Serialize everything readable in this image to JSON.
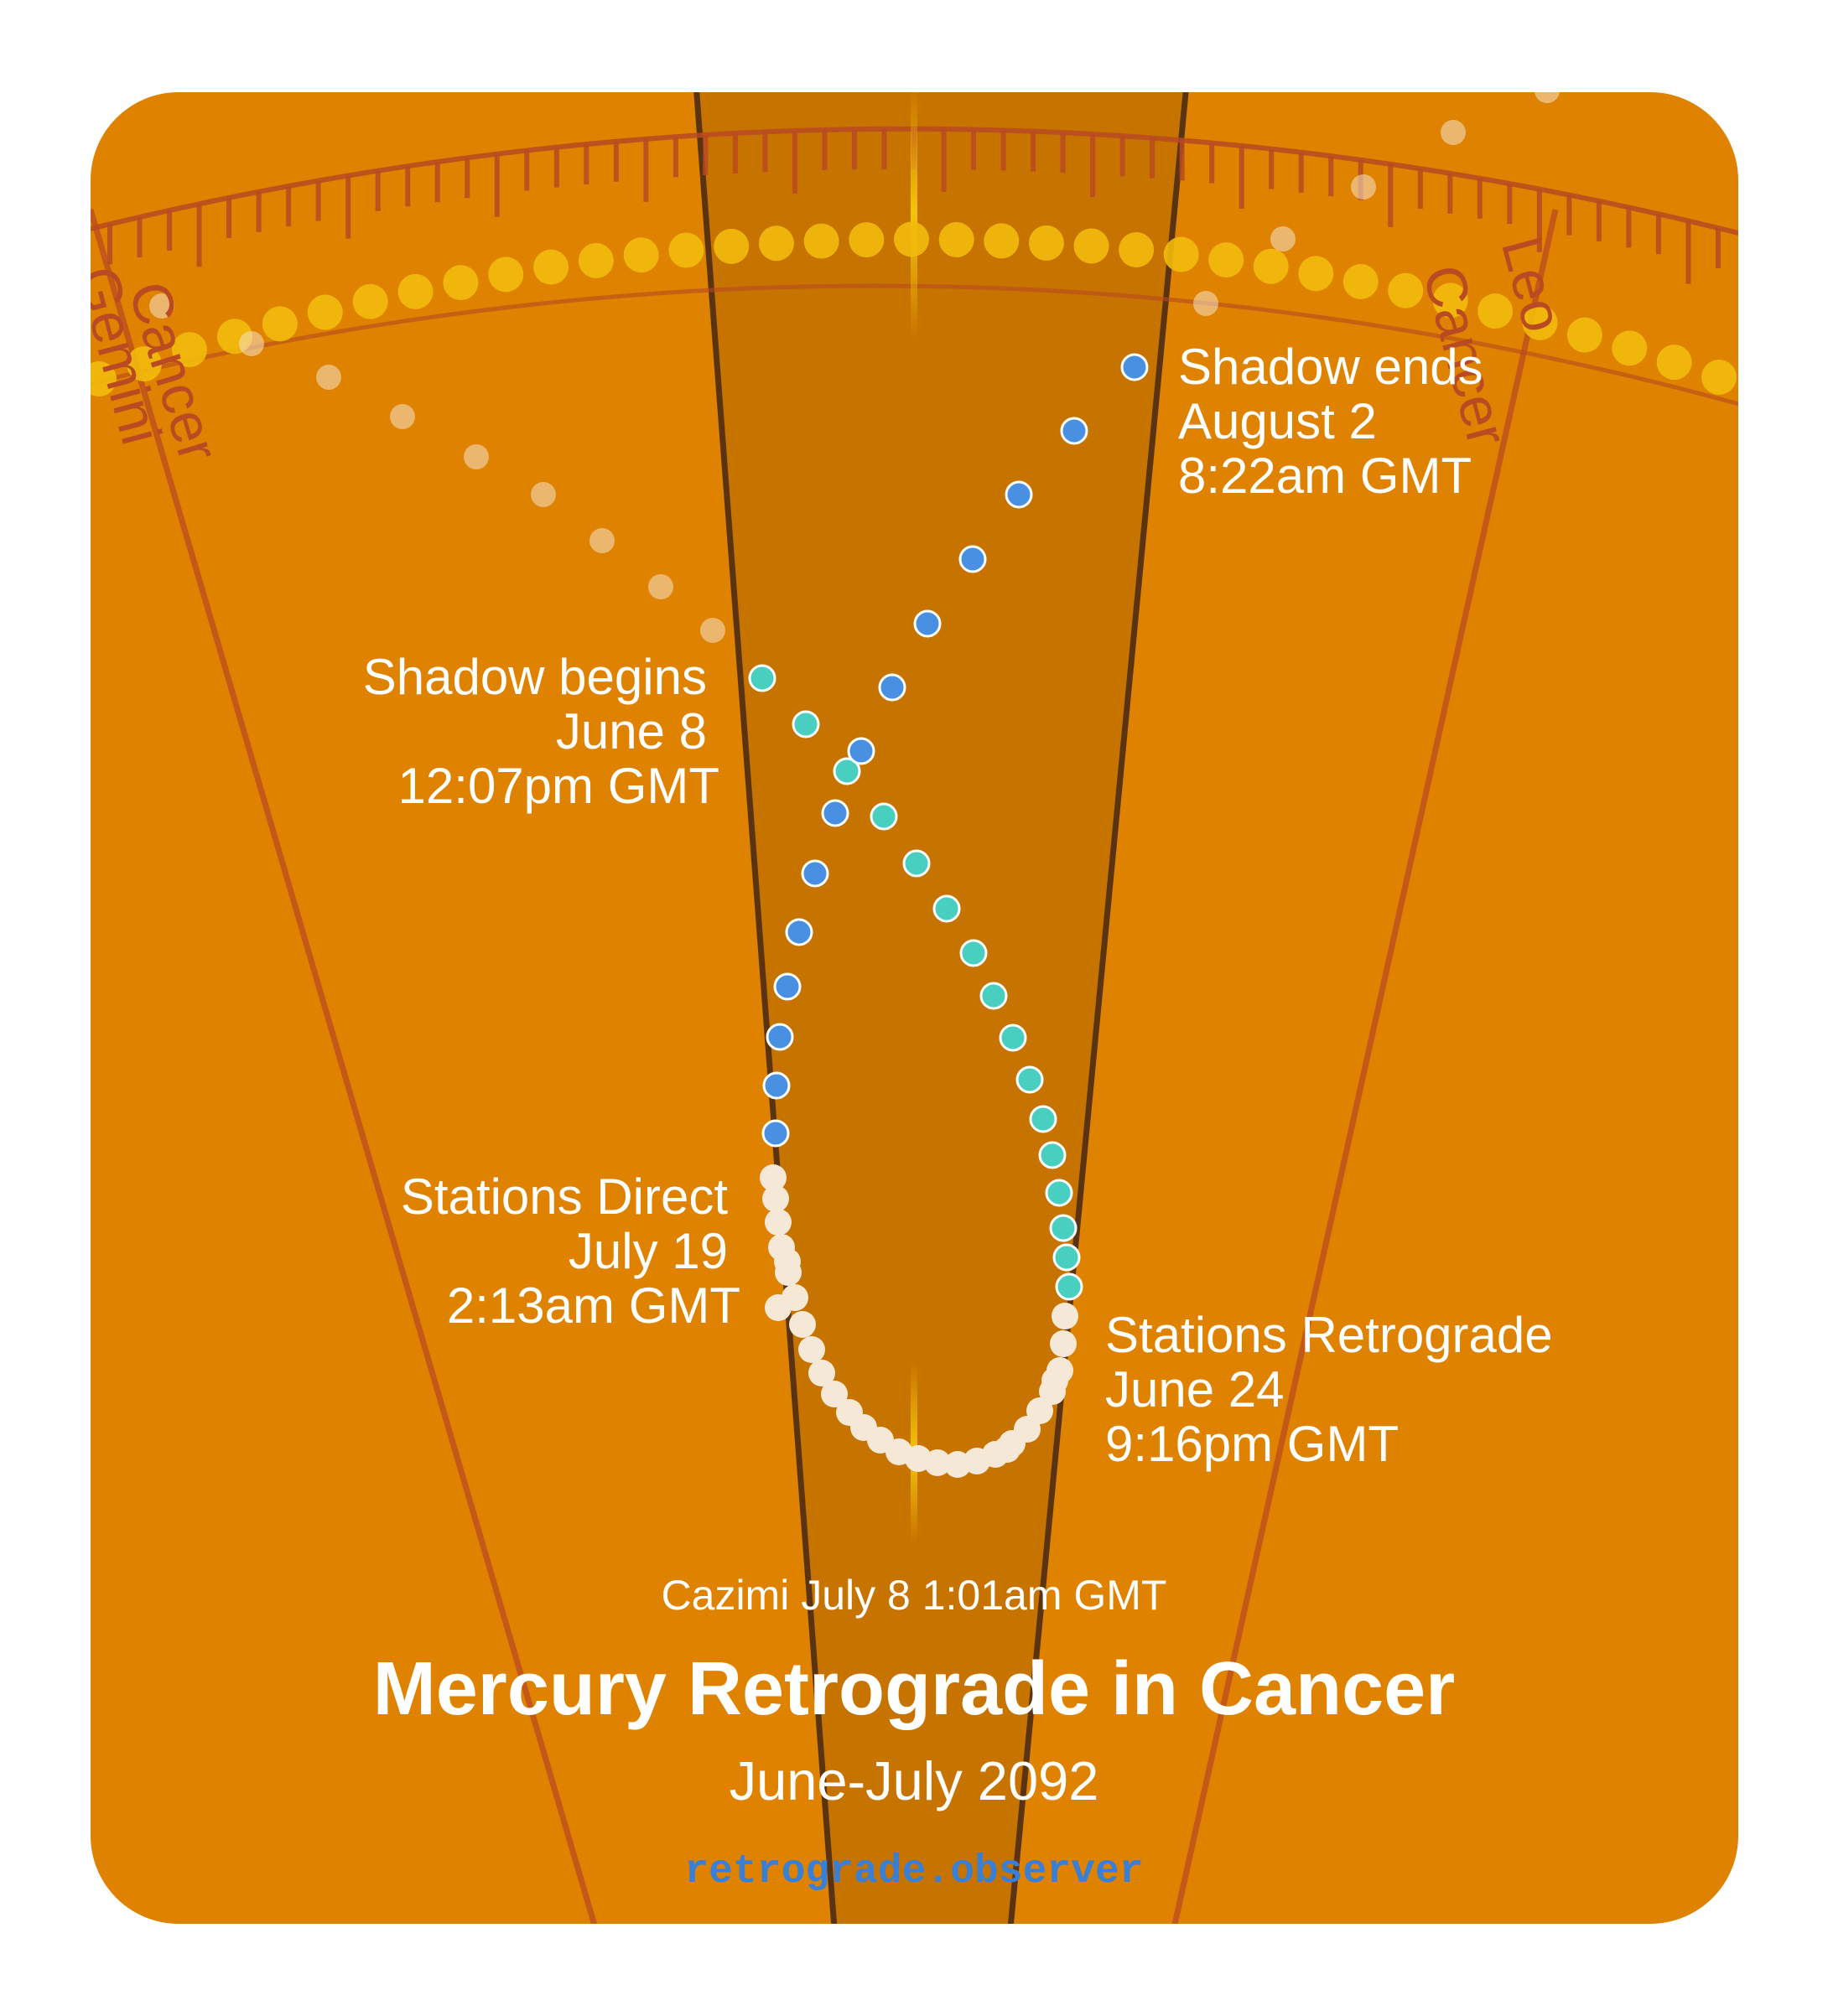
{
  "colors": {
    "background": "#de8200",
    "shadow_band": "#c77300",
    "band_edge": "#5a3410",
    "ecliptic_lines": "#b94a22",
    "sun_dots": "#f2bb0c",
    "pre_shadow_dots": "#49cfbf",
    "retrograde_dots": "#f6e8d6",
    "post_shadow_dots": "#4a90e2",
    "text": "#ffffff",
    "url": "#3a7fd6"
  },
  "zodiac_labels": {
    "left_gemini": "Gemini",
    "left_cancer": "Cancer",
    "right_cancer": "Cancer",
    "right_leo": "Leo"
  },
  "events": {
    "shadow_begins": {
      "title": "Shadow begins",
      "date": "June 8",
      "time": "12:07pm GMT"
    },
    "stations_retrograde": {
      "title": "Stations Retrograde",
      "date": "June 24",
      "time": "9:16pm GMT"
    },
    "stations_direct": {
      "title": "Stations Direct",
      "date": "July 19",
      "time": "2:13am GMT"
    },
    "shadow_ends": {
      "title": "Shadow ends",
      "date": "August 2",
      "time": "8:22am GMT"
    }
  },
  "cazimi": "Cazimi July 8 1:01am GMT",
  "title": "Mercury Retrograde in Cancer",
  "subtitle": "June-July 2092",
  "site": "retrograde.observer"
}
